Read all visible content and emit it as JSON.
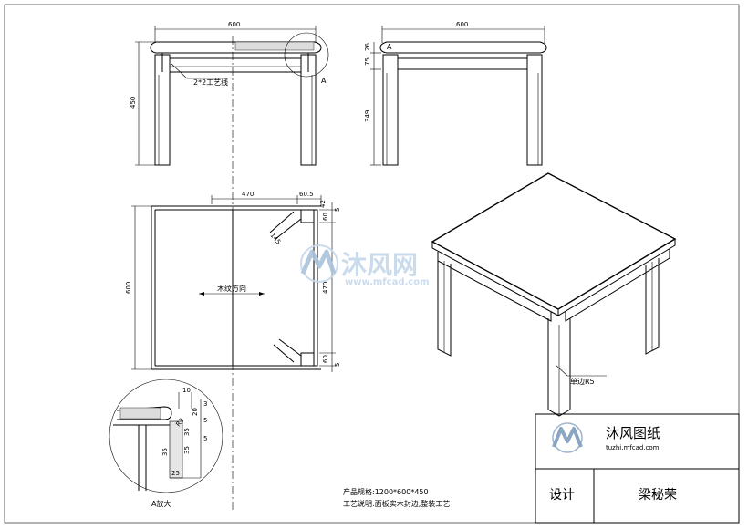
{
  "front_view": {
    "width_dim": "600",
    "height_dim": "450",
    "groove_note": "2*2工艺线",
    "detail_ref": "A"
  },
  "side_view": {
    "width_dim": "600",
    "dims": [
      "26",
      "75",
      "349"
    ],
    "detail_ref": "A"
  },
  "plan_view": {
    "dims_top": [
      "470",
      "60.5"
    ],
    "dims_right": [
      "42",
      "5",
      "60",
      "470",
      "60",
      "5"
    ],
    "depth_dim": "600",
    "angle_dim": "145",
    "grain_label": "木纹方向"
  },
  "detail_view": {
    "title": "A放大",
    "dims": [
      "10",
      "3",
      "5",
      "R3",
      "20",
      "35",
      "35",
      "35",
      "25",
      "5"
    ]
  },
  "iso_view": {
    "edge_note": "单边R5"
  },
  "spec": {
    "size_label": "产品规格:1200*600*450",
    "process_label": "工艺说明:面板实木封边,整装工艺"
  },
  "watermark": {
    "brand": "沐风网",
    "url": "www.mfcad.com"
  },
  "title_block": {
    "company": "沐风图纸",
    "url": "tuzhi.mfcad.com",
    "design_label": "设计",
    "designer": "梁秘荣"
  },
  "colors": {
    "watermark": "#c5d8ea",
    "watermark_dark": "#a9c3dc",
    "line": "#000000"
  },
  "icons": [
    "mf-logo-icon"
  ]
}
